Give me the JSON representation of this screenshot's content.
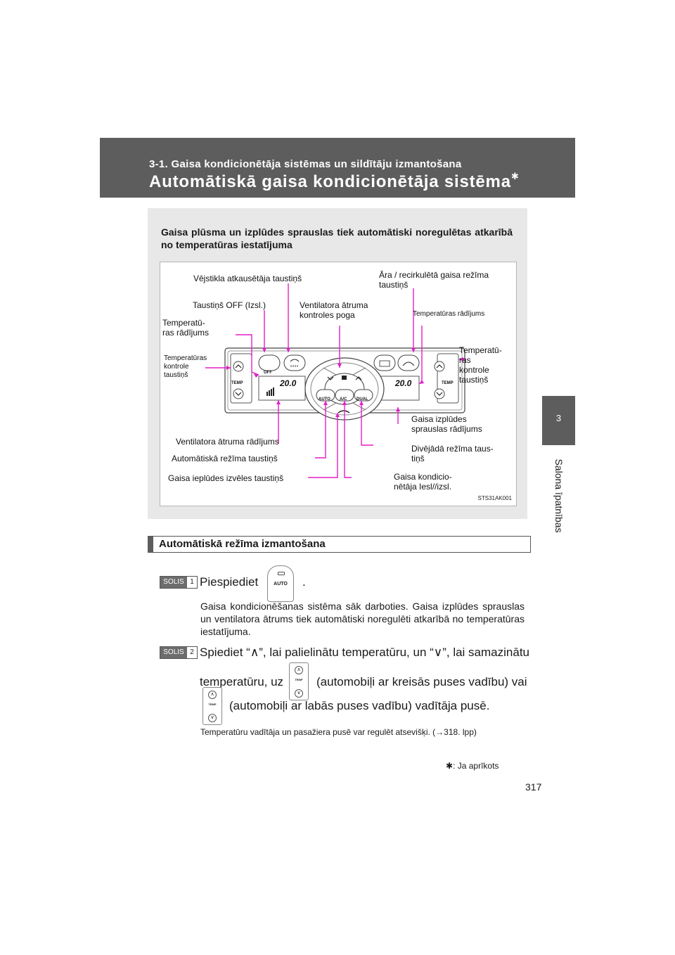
{
  "header": {
    "section": "3-1. Gaisa kondicionētāja sistēmas un sildītāju izmantošana",
    "title": "Automātiskā gaisa kondicionētāja sistēma",
    "title_mark": "✱"
  },
  "side_tab": {
    "number": "3",
    "label": "Salona īpatnības"
  },
  "figure": {
    "lead": "Gaisa plūsma un izplūdes sprauslas tiek automātiski noregulētas atkarībā no temperatūras iestatījuma",
    "labels": {
      "defog": "Vējstikla atkausētāja taustiņš",
      "recirc_1": "Āra / recirkulētā gaisa režīma",
      "recirc_2": "taustiņš",
      "off": "Taustiņš OFF (Izsl.)",
      "fan_knob_1": "Ventilatora ātruma",
      "fan_knob_2": "kontroles poga",
      "temp_disp_right": "Temperatūras rādījums",
      "temp_disp_left_1": "Temperatū-",
      "temp_disp_left_2": "ras rādījums",
      "temp_ctrl_left_1": "Temperatūras",
      "temp_ctrl_left_2": "kontrole",
      "temp_ctrl_left_3": "taustiņš",
      "temp_ctrl_right_1": "Temperatū-",
      "temp_ctrl_right_2": "ras",
      "temp_ctrl_right_3": "kontrole",
      "temp_ctrl_right_4": "taustiņš",
      "outlet_disp_1": "Gaisa izplūdes",
      "outlet_disp_2": "sprauslas rādījums",
      "fan_disp": "Ventilatora ātruma rādījums",
      "dual_1": "Divējādā režīma taus-",
      "dual_2": "tiņš",
      "auto_btn": "Automātiskā režīma taustiņš",
      "ac_1": "Gaisa kondicio-",
      "ac_2": "nētāja Iesl//izsl.",
      "intake": "Gaisa ieplūdes izvēles taustiņš"
    },
    "panel_text": {
      "temp": "TEMP",
      "off": "OFF",
      "auto": "AUTO",
      "ac": "A/C",
      "dual": "DUAL",
      "display_left": "20.0",
      "display_right": "20.0"
    },
    "code": "STS31AK001"
  },
  "section": {
    "heading": "Automātiskā režīma izmantošana",
    "step_word": "SOLIS",
    "step1": {
      "num": "1",
      "text_a": "Piespiediet",
      "text_b": ".",
      "button_label": "AUTO",
      "body": "Gaisa kondicionēšanas sistēma sāk darboties. Gaisa izplūdes sprauslas un ventilatora ātrums tiek automātiski noregulēti atkarībā no temperatūras iestatījuma."
    },
    "step2": {
      "num": "2",
      "line1": "Spiediet “∧”, lai palielinātu temperatūru, un “∨”, lai samazinātu",
      "line2a": "temperatūru, uz",
      "line2b": "(automobiļi ar kreisās puses vadību) vai",
      "line3": "(automobiļi ar labās puses vadību) vadītāja pusē.",
      "icon_label": "TEMP",
      "up": "∧",
      "down": "∨"
    },
    "note": "Temperatūru vadītāja un pasažiera pusē var regulēt atsevišķi. (→318. lpp)"
  },
  "footnote": {
    "mark": "✱",
    "text": ": Ja aprīkots"
  },
  "page_number": "317"
}
